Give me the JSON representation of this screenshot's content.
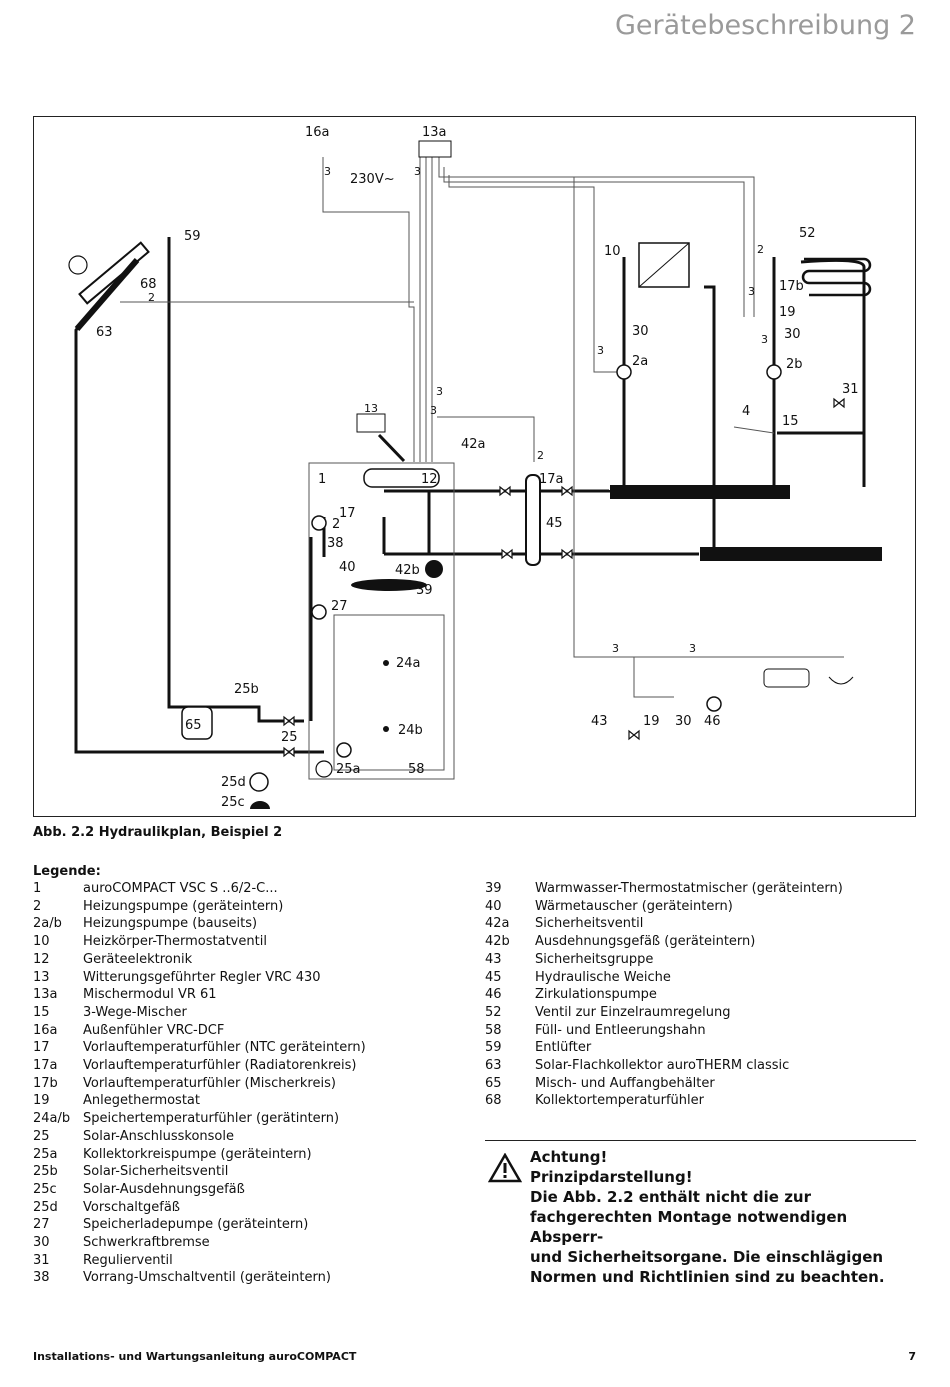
{
  "header": {
    "title": "Gerätebeschreibung 2"
  },
  "diagram": {
    "labels": {
      "l16a": "16a",
      "l13a": "13a",
      "l3": "3",
      "l230v": "230V~",
      "l59": "59",
      "l68": "68",
      "l2": "2",
      "l63": "63",
      "l10": "10",
      "l52": "52",
      "l17b": "17b",
      "l19": "19",
      "l30": "30",
      "l2a": "2a",
      "l2b": "2b",
      "l31": "31",
      "l4": "4",
      "l15": "15",
      "l13": "13",
      "l42a": "42a",
      "l1": "1",
      "l12": "12",
      "l17a": "17a",
      "l17": "17",
      "l45": "45",
      "l38": "38",
      "l40": "40",
      "l42b": "42b",
      "l39": "39",
      "l27": "27",
      "l24a": "24a",
      "l25b": "25b",
      "l65": "65",
      "l24b": "24b",
      "l43": "43",
      "l46": "46",
      "l25": "25",
      "l25d": "25d",
      "l25c": "25c",
      "l25a": "25a",
      "l58": "58"
    }
  },
  "caption": "Abb. 2.2 Hydraulikplan, Beispiel 2",
  "legend": {
    "title": "Legende:",
    "left": [
      {
        "num": "1",
        "text": "auroCOMPACT VSC S ..6/2-C..."
      },
      {
        "num": "2",
        "text": "Heizungspumpe (geräteintern)"
      },
      {
        "num": "2a/b",
        "text": "Heizungspumpe (bauseits)"
      },
      {
        "num": "10",
        "text": "Heizkörper-Thermostatventil"
      },
      {
        "num": "12",
        "text": "Geräteelektronik"
      },
      {
        "num": "13",
        "text": "Witterungsgeführter Regler VRC 430"
      },
      {
        "num": "13a",
        "text": "Mischermodul VR 61"
      },
      {
        "num": "15",
        "text": "3-Wege-Mischer"
      },
      {
        "num": "16a",
        "text": "Außenfühler VRC-DCF"
      },
      {
        "num": "17",
        "text": "Vorlauftemperaturfühler (NTC geräteintern)"
      },
      {
        "num": "17a",
        "text": "Vorlauftemperaturfühler (Radiatorenkreis)"
      },
      {
        "num": "17b",
        "text": "Vorlauftemperaturfühler (Mischerkreis)"
      },
      {
        "num": "19",
        "text": "Anlegethermostat"
      },
      {
        "num": "24a/b",
        "text": "Speichertemperaturfühler (gerätintern)"
      },
      {
        "num": "25",
        "text": "Solar-Anschlusskonsole"
      },
      {
        "num": "25a",
        "text": "Kollektorkreispumpe (geräteintern)"
      },
      {
        "num": "25b",
        "text": "Solar-Sicherheitsventil"
      },
      {
        "num": "25c",
        "text": "Solar-Ausdehnungsgefäß"
      },
      {
        "num": "25d",
        "text": "Vorschaltgefäß"
      },
      {
        "num": "27",
        "text": "Speicherladepumpe (geräteintern)"
      },
      {
        "num": "30",
        "text": "Schwerkraftbremse"
      },
      {
        "num": "31",
        "text": "Regulierventil"
      },
      {
        "num": "38",
        "text": "Vorrang-Umschaltventil (geräteintern)"
      }
    ],
    "right": [
      {
        "num": "39",
        "text": "Warmwasser-Thermostatmischer (geräteintern)"
      },
      {
        "num": "40",
        "text": "Wärmetauscher (geräteintern)"
      },
      {
        "num": "42a",
        "text": "Sicherheitsventil"
      },
      {
        "num": "42b",
        "text": "Ausdehnungsgefäß (geräteintern)"
      },
      {
        "num": "43",
        "text": "Sicherheitsgruppe"
      },
      {
        "num": "45",
        "text": "Hydraulische Weiche"
      },
      {
        "num": "46",
        "text": "Zirkulationspumpe"
      },
      {
        "num": "52",
        "text": "Ventil zur Einzelraumregelung"
      },
      {
        "num": "58",
        "text": "Füll- und Entleerungshahn"
      },
      {
        "num": "59",
        "text": "Entlüfter"
      },
      {
        "num": "63",
        "text": "Solar-Flachkollektor auroTHERM classic"
      },
      {
        "num": "65",
        "text": "Misch- und Auffangbehälter"
      },
      {
        "num": "68",
        "text": "Kollektortemperaturfühler"
      }
    ]
  },
  "warning": {
    "lines": [
      "Achtung!",
      "Prinzipdarstellung!",
      "Die Abb. 2.2 enthält nicht die zur",
      "fachgerechten Montage notwendigen Absperr-",
      "und Sicherheitsorgane. Die einschlägigen",
      "Normen und Richtlinien sind zu beachten."
    ]
  },
  "footer": {
    "left": "Installations- und Wartungsanleitung auroCOMPACT",
    "page": "7"
  }
}
